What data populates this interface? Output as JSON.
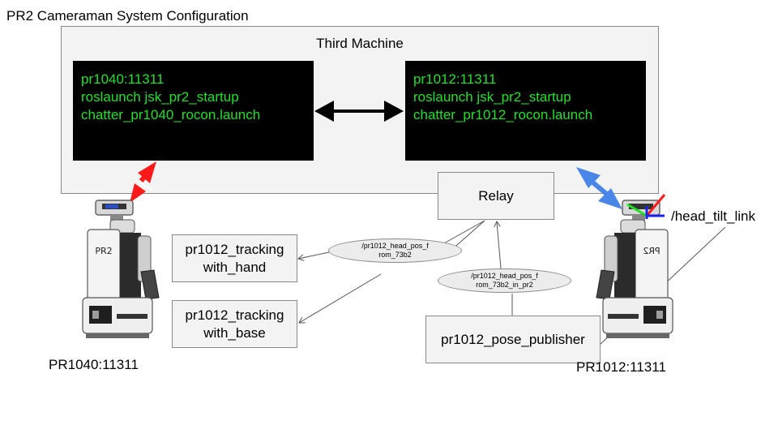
{
  "title": "PR2 Cameraman System Configuration",
  "third_machine": {
    "label": "Third Machine",
    "left_terminal": [
      "pr1040:11311",
      "roslaunch jsk_pr2_startup",
      "chatter_pr1040_rocon.launch"
    ],
    "right_terminal": [
      "pr1012:11311",
      "roslaunch jsk_pr2_startup",
      "chatter_pr1012_rocon.launch"
    ]
  },
  "nodes": {
    "relay": "Relay",
    "tracking_hand": [
      "pr1012_tracking",
      "with_hand"
    ],
    "tracking_base": [
      "pr1012_tracking",
      "with_base"
    ],
    "pose_publisher": "pr1012_pose_publisher"
  },
  "topics": {
    "relay_out": [
      "/pr1012_head_pos_f",
      "rom_73b2"
    ],
    "publisher_out": [
      "/pr1012_head_pos_f",
      "rom_73b2_in_pr2"
    ]
  },
  "robots": {
    "left": {
      "label": "PR1040:11311",
      "logo": "PR2"
    },
    "right": {
      "label": "PR1012:11311",
      "logo": "PR2"
    }
  },
  "frame_label": "/head_tilt_link",
  "colors": {
    "terminal_bg": "#000000",
    "terminal_text": "#22e02a",
    "box_fill": "#f3f3f3",
    "left_link": "#ff1a1a",
    "right_link": "#4a86e8"
  },
  "icons": [
    "pr2-robot-icon",
    "coordinate-axes-icon"
  ]
}
